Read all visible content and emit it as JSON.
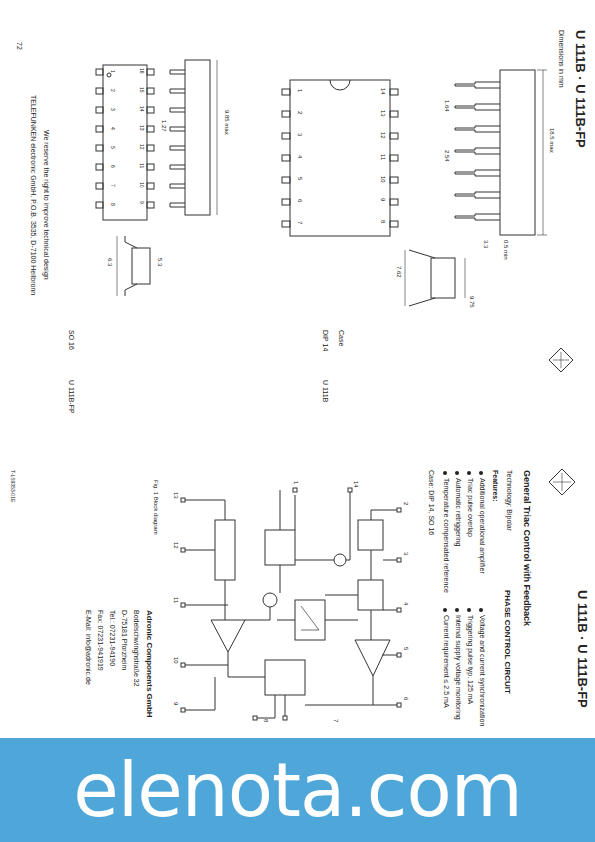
{
  "diagram": {
    "nodes": [
      {
        "text": [
          "elenota.com"
        ]
      }
    ],
    "labels": [
      "72",
      "U 111B · U 111B-FP",
      "Dimensions in mm",
      "18.5 max",
      "3.3",
      "0.5 min",
      "2.54",
      "1.64",
      "7.62",
      "9.75",
      "14",
      "13",
      "12",
      "11",
      "10",
      "9",
      "8",
      "1",
      "2",
      "3",
      "4",
      "5",
      "6",
      "7",
      "Case",
      "DIP 14",
      "U 111B",
      "9.85 max",
      "6.3",
      "5.3",
      "1.27",
      "16",
      "15",
      "14",
      "13",
      "12",
      "11",
      "10",
      "9",
      "1",
      "2",
      "3",
      "4",
      "5",
      "6",
      "7",
      "8",
      "SO 16",
      "U 111B-FP",
      "We reserve the right to improve technical design",
      "TELEFUNKEN electronic GmbH, P.O.B. 3535, D-7100 Heilbronn",
      "U 111B · U 111B-FP",
      "PHASE CONTROL CIRCUIT",
      "General Triac Control with Feedback",
      "Technology: Bipolar",
      "Features:",
      "Additional operational amplifier",
      "Triac pulse overlap",
      "Automatic retriggering",
      "Temperature compensated reference",
      "Voltage and current synchronization",
      "Triggering pulse typ. 125 mA",
      "Internal supply voltage monitoring",
      "Current requirement ≤ 2.5 mA",
      "Case: DIP 14, SO 16",
      "Fig. 1 Block diagram",
      "Adronic Components GmbH",
      "Bodelschwinghstraße 32",
      "D-75181 Pforzheim",
      "Tel.: 07231-94190",
      "Fax: 07231-941919",
      "E-Mail: info@adronic.de",
      "T-LS9353-01E",
      "1",
      "2",
      "3",
      "4",
      "5",
      "6",
      "7",
      "8",
      "9",
      "10",
      "11",
      "12",
      "13",
      "14"
    ]
  }
}
